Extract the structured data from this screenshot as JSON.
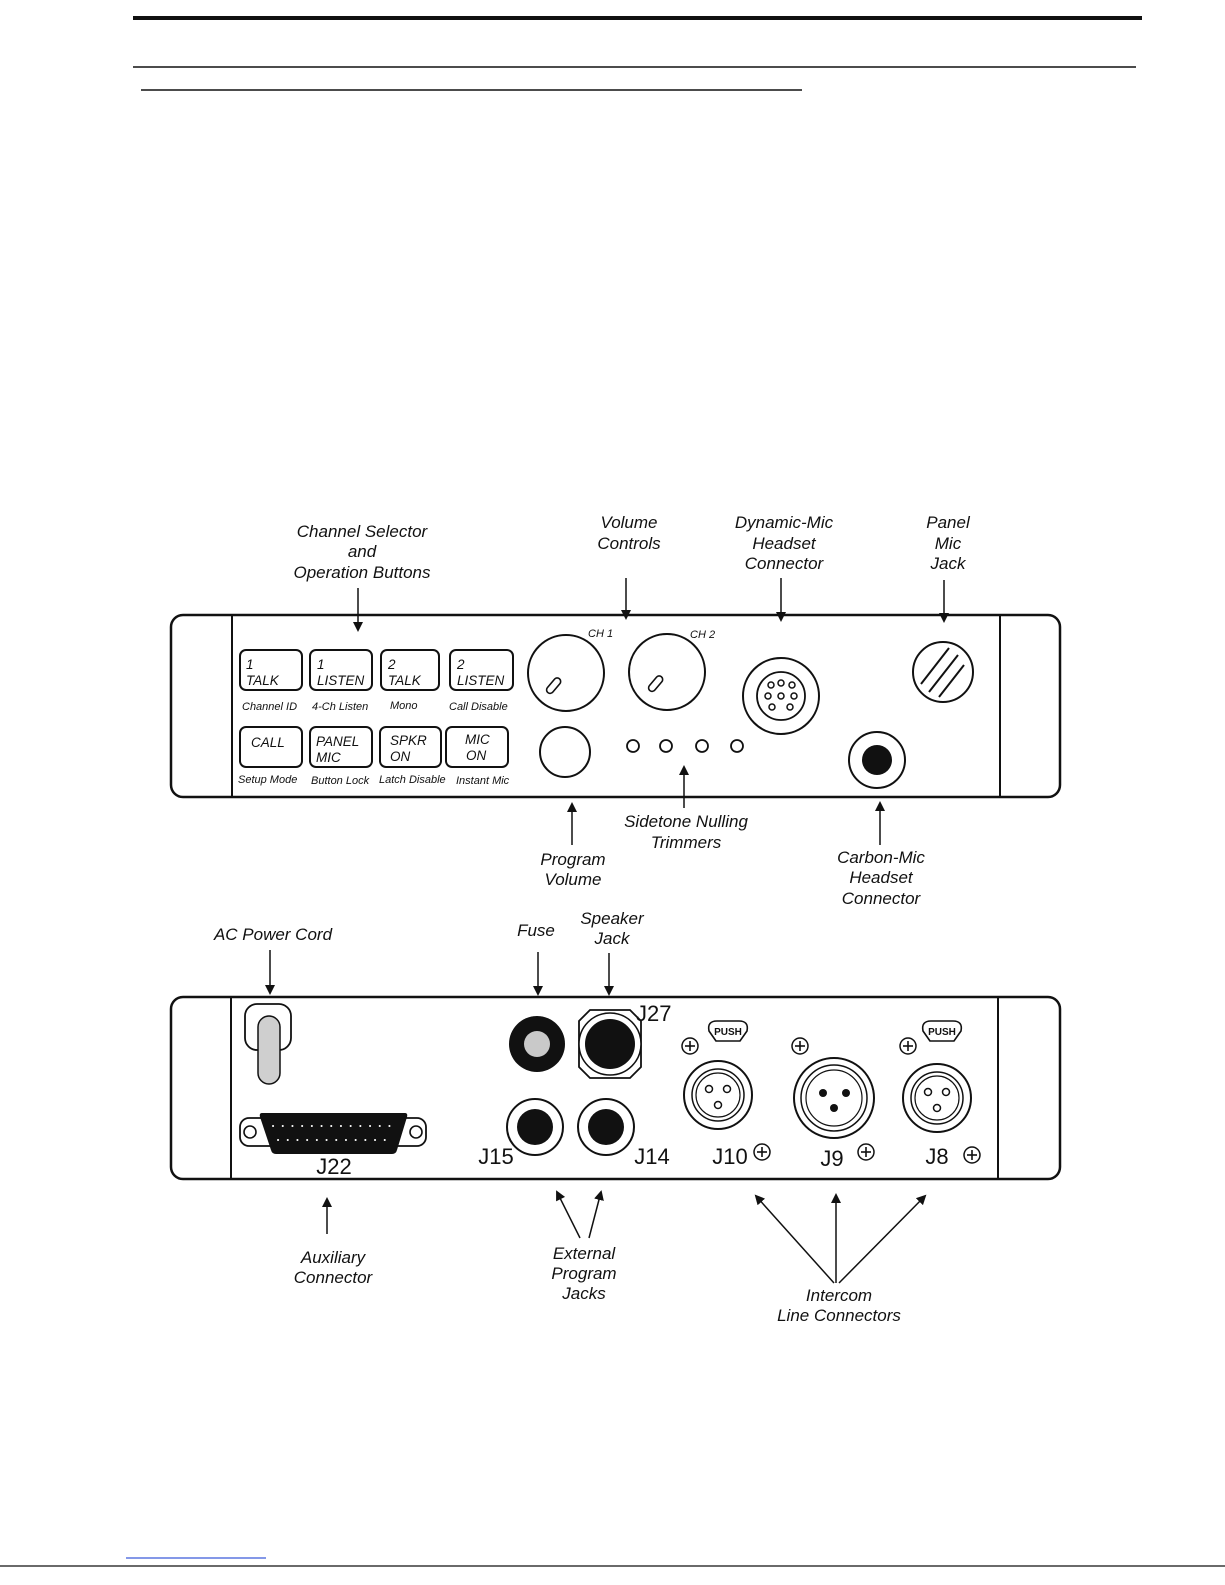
{
  "front_panel": {
    "callouts": {
      "channel_selector": [
        "Channel Selector",
        "and",
        "Operation Buttons"
      ],
      "volume_controls": [
        "Volume",
        "Controls"
      ],
      "dynamic_mic": [
        "Dynamic-Mic",
        "Headset",
        "Connector"
      ],
      "panel_mic": [
        "Panel",
        "Mic",
        "Jack"
      ],
      "program_volume": [
        "Program",
        "Volume"
      ],
      "sidetone": [
        "Sidetone Nulling",
        "Trimmers"
      ],
      "carbon_mic": [
        "Carbon-Mic",
        "Headset",
        "Connector"
      ]
    },
    "knob_labels": [
      "CH 1",
      "CH 2"
    ],
    "buttons_row1": [
      {
        "line1": "1",
        "line2": "TALK",
        "sub": "Channel ID"
      },
      {
        "line1": "1",
        "line2": "LISTEN",
        "sub": "4-Ch Listen"
      },
      {
        "line1": "2",
        "line2": "TALK",
        "sub": "Mono"
      },
      {
        "line1": "2",
        "line2": "LISTEN",
        "sub": "Call Disable"
      }
    ],
    "buttons_row2": [
      {
        "line1": "CALL",
        "line2": "",
        "sub": "Setup Mode"
      },
      {
        "line1": "PANEL",
        "line2": "MIC",
        "sub": "Button Lock"
      },
      {
        "line1": "SPKR",
        "line2": "ON",
        "sub": "Latch Disable"
      },
      {
        "line1": "MIC",
        "line2": "ON",
        "sub": "Instant Mic"
      }
    ]
  },
  "rear_panel": {
    "callouts": {
      "ac_power": [
        "AC Power Cord"
      ],
      "fuse": [
        "Fuse"
      ],
      "speaker_jack": [
        "Speaker",
        "Jack"
      ],
      "auxiliary": [
        "Auxiliary",
        "Connector"
      ],
      "external_program": [
        "External",
        "Program",
        "Jacks"
      ],
      "intercom": [
        "Intercom",
        "Line Connectors"
      ]
    },
    "jacks": {
      "j22": "J22",
      "j27": "J27",
      "j15": "J15",
      "j14": "J14",
      "j10": "J10",
      "j9": "J9",
      "j8": "J8"
    },
    "push_label": "PUSH"
  }
}
